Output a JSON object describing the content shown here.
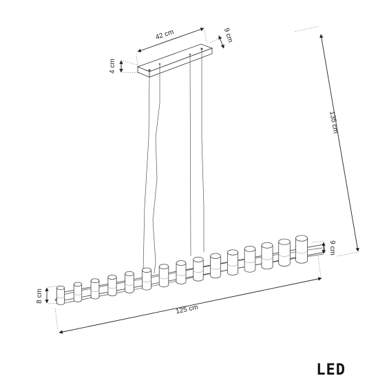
{
  "dimensions": {
    "canopy_width": "42 cm",
    "canopy_depth": "9 cm",
    "canopy_height": "4 cm",
    "total_height": "135 cm",
    "bar_height": "8 cm",
    "bar_depth": "9 cm",
    "bar_length": "125 cm"
  },
  "badge": {
    "label": "LED"
  },
  "fixture": {
    "shade_count": 15
  }
}
